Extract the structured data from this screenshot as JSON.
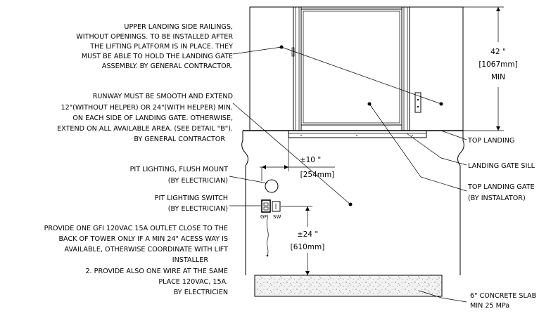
{
  "notes": {
    "upper_railings": [
      "UPPER LANDING SIDE RAILINGS,",
      "WITHOUT OPENINGS. TO BE INSTALLED AFTER",
      "THE LIFTING PLATFORM IS IN PLACE. THEY",
      "MUST BE ABLE TO HOLD THE LANDING GATE",
      "ASSEMBLY.  BY GENERAL CONTRACTOR."
    ],
    "runway": [
      "RUNWAY MUST BE SMOOTH AND EXTEND",
      "12\"(WITHOUT HELPER) OR 24\"(WITH HELPER) MIN.",
      "ON EACH SIDE OF LANDING GATE. OTHERWISE,",
      "EXTEND ON ALL AVAILABLE AREA. (SEE DETAIL \"B\").",
      "BY GENERAL CONTRACTOR"
    ],
    "pit_lighting": [
      "PIT LIGHTING, FLUSH MOUNT",
      "(BY ELECTRICIAN)"
    ],
    "pit_switch": [
      "PIT LIGHTING SWITCH",
      "(BY ELECTRICIAN)"
    ],
    "gfi_outlet": [
      "PROVIDE ONE GFI 120VAC 15A OUTLET CLOSE TO THE",
      "BACK OF TOWER ONLY IF A MIN 24\" ACESS WAY IS",
      "AVAILABLE, OTHERWISE COORDINATE WITH LIFT",
      "INSTALLER",
      "2. PROVIDE ALSO ONE WIRE AT THE SAME",
      "PLACE 120VAC, 15A.",
      "BY ELECTRICIEN"
    ]
  },
  "labels": {
    "top_landing": "TOP LANDING",
    "gate_sill": "LANDING GATE SILL",
    "top_gate": [
      "TOP LANDING GATE",
      "(BY INSTALATOR)"
    ],
    "slab": [
      "6\" CONCRETE SLAB",
      "MIN 25 MPa"
    ],
    "gfi": "GFI",
    "sw": "SW"
  },
  "dimensions": {
    "height_42": [
      "42 \"",
      "[1067mm]",
      "MIN"
    ],
    "offset_10": [
      "±10 \"",
      "[254mm]"
    ],
    "height_24": [
      "±24 \"",
      "[610mm]"
    ]
  }
}
